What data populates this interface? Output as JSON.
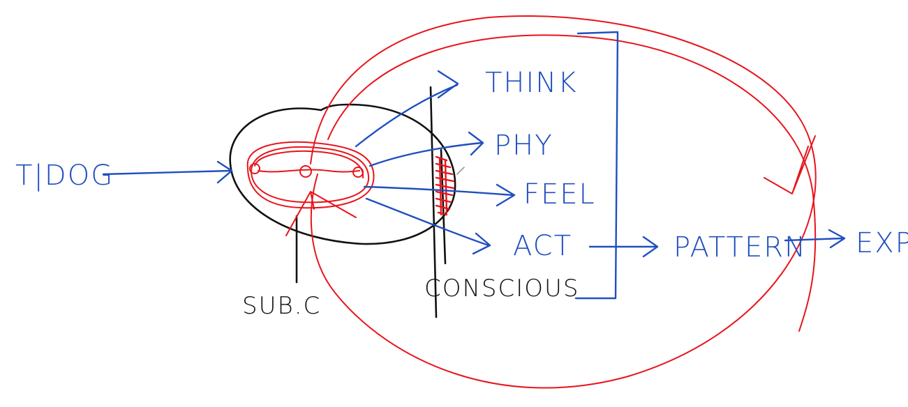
{
  "colors": {
    "blue_ink": "#1f4fbf",
    "red_ink": "#e8141b",
    "black_ink": "#111111",
    "background": "#ffffff"
  },
  "labels": {
    "input": "T|DOG",
    "think": "THINK",
    "phy": "PHY",
    "feel": "FEEL",
    "act": "ACT",
    "pattern": "PATTERN",
    "exp": "EXP",
    "subconscious": "SUB.C",
    "conscious": "CONSCIOUS"
  }
}
